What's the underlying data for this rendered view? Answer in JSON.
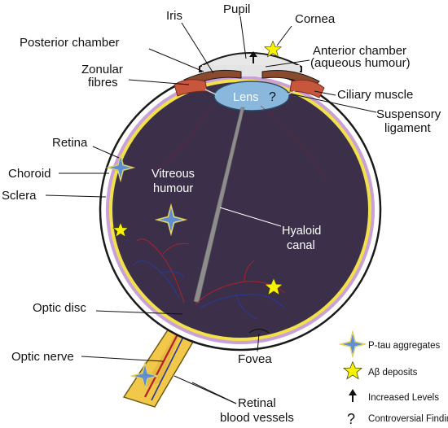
{
  "labels": {
    "iris": "Iris",
    "pupil": "Pupil",
    "cornea": "Cornea",
    "posterior_chamber": "Posterior chamber",
    "anterior_chamber": "Anterior chamber",
    "aqueous_humour": "(aqueous humour)",
    "zonular_fibres_1": "Zonular",
    "zonular_fibres_2": "fibres",
    "lens": "Lens",
    "ciliary_muscle": "Ciliary muscle",
    "suspensory_ligament_1": "Suspensory",
    "suspensory_ligament_2": "ligament",
    "retina": "Retina",
    "choroid": "Choroid",
    "sclera": "Sclera",
    "vitreous_humour_1": "Vitreous",
    "vitreous_humour_2": "humour",
    "hyaloid_canal_1": "Hyaloid",
    "hyaloid_canal_2": "canal",
    "optic_disc": "Optic disc",
    "optic_nerve": "Optic nerve",
    "fovea": "Fovea",
    "retinal_vessels_1": "Retinal",
    "retinal_vessels_2": "blood vessels"
  },
  "legend": {
    "ptau": "P-tau aggregates",
    "abeta": "Aβ deposits",
    "increased": "Increased Levels",
    "controversial": "Controversial Findings"
  },
  "legend_icons": [
    "four-point-star-icon",
    "star-icon",
    "up-arrow-icon",
    "question-mark-icon"
  ],
  "colors": {
    "vitreous": "#3b2f4a",
    "sclera": "#ffffff",
    "choroid": "#c9a0d8",
    "retina": "#f2e24a",
    "lens": "#8ab8dd",
    "ciliary": "#c8563c",
    "optic_nerve": "#f1c84a",
    "star_yellow": "#f6f200",
    "star_blue": "#5f8fd0",
    "vessel_red": "#b0202a",
    "vessel_blue": "#2a3a9a"
  }
}
